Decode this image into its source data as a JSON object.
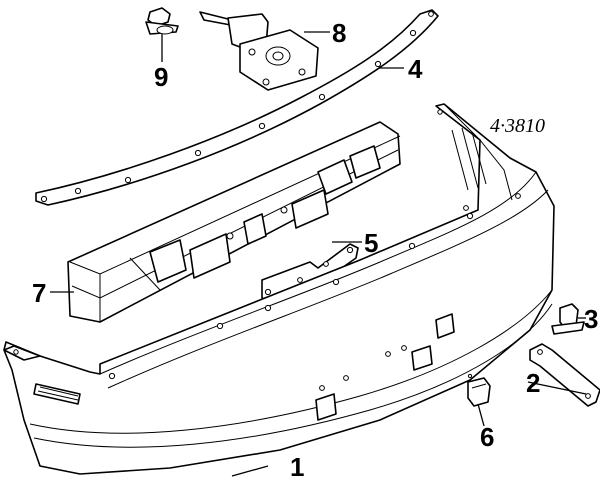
{
  "reference_code": "4·3810",
  "callouts": [
    {
      "id": "1",
      "label": "1",
      "part": "rear-bumper-cover"
    },
    {
      "id": "2",
      "label": "2",
      "part": "side-bracket"
    },
    {
      "id": "3",
      "label": "3",
      "part": "push-clip"
    },
    {
      "id": "4",
      "label": "4",
      "part": "upper-retainer-strip"
    },
    {
      "id": "5",
      "label": "5",
      "part": "center-bracket"
    },
    {
      "id": "6",
      "label": "6",
      "part": "retainer-nut"
    },
    {
      "id": "7",
      "label": "7",
      "part": "impact-absorber-reinforcement"
    },
    {
      "id": "8",
      "label": "8",
      "part": "mounting-stay"
    },
    {
      "id": "9",
      "label": "9",
      "part": "grommet-clip"
    }
  ]
}
